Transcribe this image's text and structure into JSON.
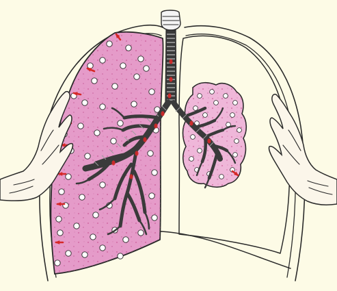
{
  "scene": {
    "items": [
      {
        "name": "trachea",
        "kind": "airway"
      },
      {
        "name": "left-bronchus",
        "kind": "airway"
      },
      {
        "name": "right-bronchus",
        "kind": "airway"
      },
      {
        "name": "expanded-lung",
        "kind": "organ",
        "state": "inflated"
      },
      {
        "name": "collapsed-lung",
        "kind": "organ",
        "state": "collapsed"
      },
      {
        "name": "pleural-space",
        "kind": "cavity"
      },
      {
        "name": "left-hand",
        "kind": "hand"
      },
      {
        "name": "right-hand",
        "kind": "hand"
      }
    ],
    "pressure_arrow_count": 9,
    "labels": []
  },
  "colors": {
    "background": "#fdfbe6",
    "lung_fill": "#e59bc9",
    "lung_fill_light": "#efb7d9",
    "airway": "#3a3a3a",
    "arrow": "#d62828",
    "outline": "#2a2a2a",
    "alveolus": "#ffffff"
  }
}
